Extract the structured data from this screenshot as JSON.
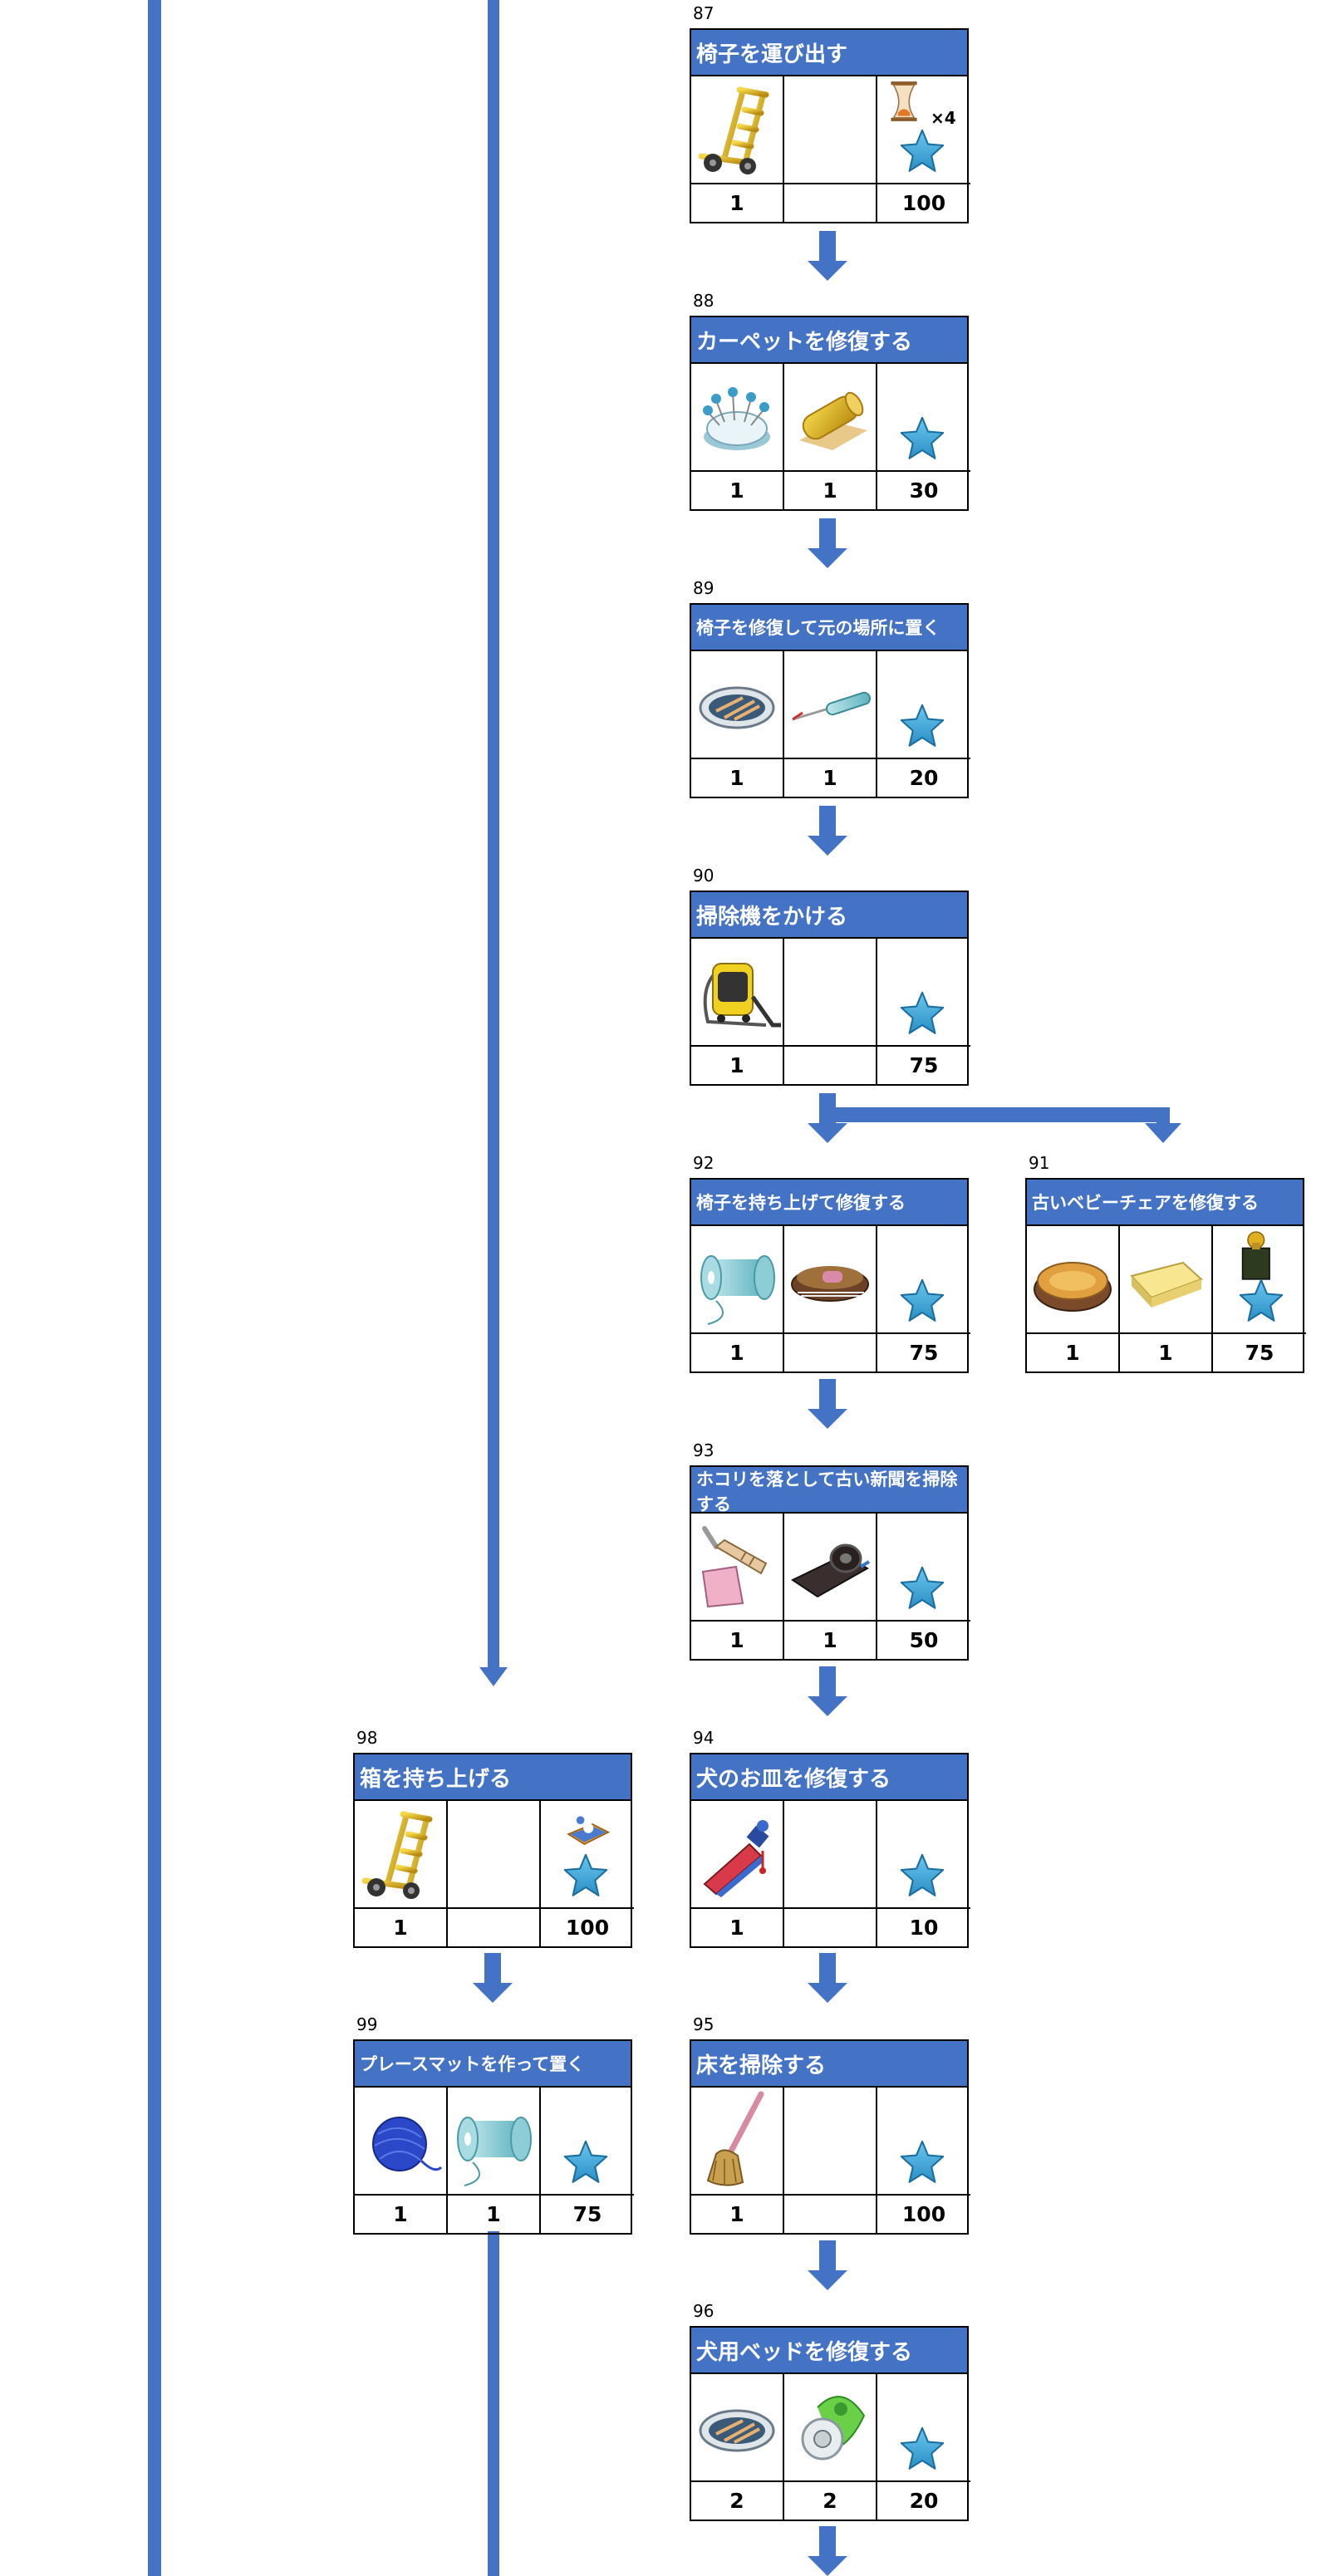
{
  "colors": {
    "accent": "#4472c4",
    "star": "#3fa4d6"
  },
  "tasks": [
    {
      "id": "task-87",
      "num": "87",
      "title": "椅子を運び出す",
      "items": [
        "hand-truck-icon",
        "",
        "hourglass-icon"
      ],
      "qty": [
        "1",
        "",
        "100"
      ],
      "time_mult": "×4"
    },
    {
      "id": "task-88",
      "num": "88",
      "title": "カーペットを修復する",
      "items": [
        "pincushion-icon",
        "fabric-roll-icon",
        ""
      ],
      "qty": [
        "1",
        "1",
        "30"
      ]
    },
    {
      "id": "task-89",
      "num": "89",
      "title": "椅子を修復して元の場所に置く",
      "items": [
        "woven-tray-icon",
        "seam-ripper-icon",
        ""
      ],
      "qty": [
        "1",
        "1",
        "20"
      ]
    },
    {
      "id": "task-90",
      "num": "90",
      "title": "掃除機をかける",
      "items": [
        "vacuum-cleaner-icon",
        "",
        ""
      ],
      "qty": [
        "1",
        "",
        "75"
      ]
    },
    {
      "id": "task-92",
      "num": "92",
      "title": "椅子を持ち上げて修復する",
      "items": [
        "thread-spool-icon",
        "brush-icon",
        ""
      ],
      "qty": [
        "1",
        "",
        "75"
      ]
    },
    {
      "id": "task-91",
      "num": "91",
      "title": "古いベビーチェアを修復する",
      "items": [
        "wood-stain-tin-icon",
        "sponge-icon",
        "oil-can-icon"
      ],
      "qty": [
        "1",
        "1",
        "75"
      ]
    },
    {
      "id": "task-93",
      "num": "93",
      "title": "ホコリを落として古い新聞を掃除する",
      "items": [
        "dustpan-icon",
        "tape-dispenser-icon",
        ""
      ],
      "qty": [
        "1",
        "1",
        "50"
      ]
    },
    {
      "id": "task-98",
      "num": "98",
      "title": "箱を持ち上げる",
      "items": [
        "hand-truck-icon",
        "",
        "gift-box-icon"
      ],
      "qty": [
        "1",
        "",
        "100"
      ]
    },
    {
      "id": "task-94",
      "num": "94",
      "title": "犬のお皿を修復する",
      "items": [
        "paint-tube-icon",
        "",
        ""
      ],
      "qty": [
        "1",
        "",
        "10"
      ]
    },
    {
      "id": "task-99",
      "num": "99",
      "title": "プレースマットを作って置く",
      "items": [
        "yarn-ball-icon",
        "thread-spool-icon",
        ""
      ],
      "qty": [
        "1",
        "1",
        "75"
      ]
    },
    {
      "id": "task-95",
      "num": "95",
      "title": "床を掃除する",
      "items": [
        "mop-icon",
        "",
        ""
      ],
      "qty": [
        "1",
        "",
        "100"
      ]
    },
    {
      "id": "task-96",
      "num": "96",
      "title": "犬用ベッドを修復する",
      "items": [
        "woven-tray-icon",
        "tape-measure-icon",
        ""
      ],
      "qty": [
        "2",
        "2",
        "20"
      ]
    }
  ]
}
